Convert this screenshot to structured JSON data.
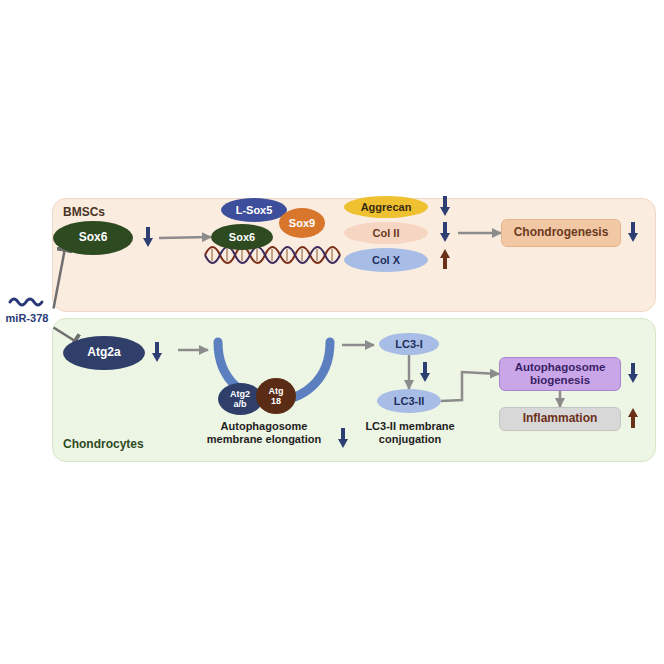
{
  "diagram": {
    "nodes": [
      {
        "text": [
          "miR-378"
        ]
      },
      {
        "text": [
          "BMSCs"
        ]
      },
      {
        "text": [
          "Sox6"
        ],
        "in": 1
      },
      {
        "text": [
          "L-Sox5"
        ],
        "in": 1
      },
      {
        "text": [
          "Sox9"
        ],
        "in": 1
      },
      {
        "text": [
          "Sox6"
        ],
        "in": 1
      },
      {
        "text": [
          "Aggrecan"
        ],
        "in": 1
      },
      {
        "text": [
          "Col II"
        ],
        "in": 1
      },
      {
        "text": [
          "Col X"
        ],
        "in": 1
      },
      {
        "text": [
          "Chondrogenesis"
        ],
        "in": 1
      },
      {
        "text": [
          "Chondrocytes"
        ]
      },
      {
        "text": [
          "Atg2a"
        ],
        "in": 10
      },
      {
        "text": [
          "Atg2 a/b"
        ],
        "in": 10
      },
      {
        "text": [
          "Atg 18"
        ],
        "in": 10
      },
      {
        "text": [
          "LC3-I"
        ],
        "in": 10
      },
      {
        "text": [
          "LC3-II"
        ],
        "in": 10
      },
      {
        "text": [
          "Autophagosome biogenesis"
        ],
        "in": 10
      },
      {
        "text": [
          "Inflammation"
        ],
        "in": 10
      }
    ],
    "edges": [
      {
        "from": 0,
        "to": 2,
        "arrow": "to"
      },
      {
        "from": 0,
        "to": 11,
        "arrow": "to"
      },
      {
        "from": 2,
        "to": 5,
        "arrow": "to"
      },
      {
        "from": 7,
        "to": 9,
        "arrow": "to"
      },
      {
        "from": 14,
        "to": 15,
        "arrow": "to"
      },
      {
        "from": 15,
        "to": 16,
        "arrow": "to"
      },
      {
        "from": 16,
        "to": 17,
        "arrow": "to"
      }
    ],
    "labels": [
      "Autophagosome membrane elongation",
      "LC3-II membrane conjugation"
    ]
  }
}
